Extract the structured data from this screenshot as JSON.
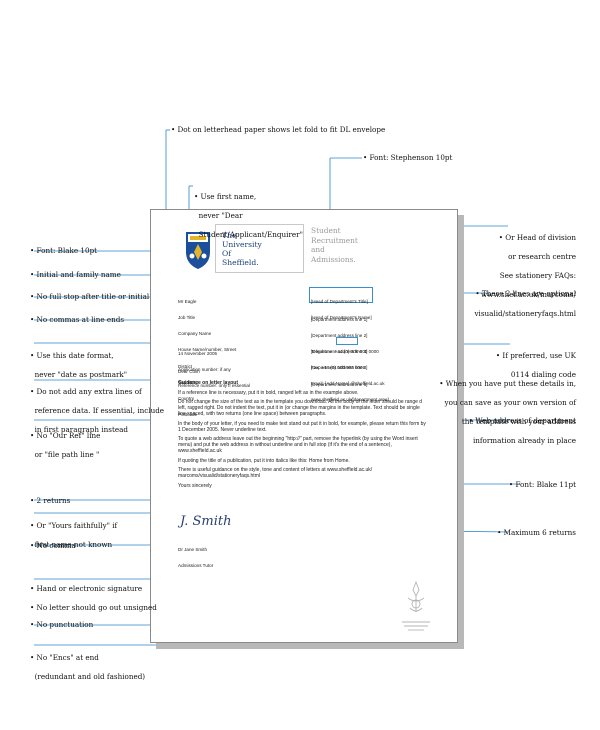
{
  "annotations": {
    "fold": "Dot on letterhead paper shows let fold to fit DL envelope",
    "font_stephenson": "Font: Stephenson 10pt",
    "first_name_1": "Use first name,",
    "first_name_2": "never \"Dear",
    "first_name_3": "Student/Applicant/Enquirer\"",
    "head_division_1": "Or Head of division",
    "head_division_2": "or research centre",
    "head_division_3": "See stationery FAQs:",
    "head_division_4": "www.shef.ac.uk/marcoms/",
    "head_division_5": "visualid/stationeryfaqs.html",
    "font_blake": "Font: Blake 10pt",
    "initial_family": "Initial and family name",
    "no_full_stop": "No full stop after title or initial",
    "lines_optional": "These 2 lines are optional",
    "no_commas": "No commas at line ends",
    "date_format_1": "Use this date format,",
    "date_format_2": "never \"date as postmark\"",
    "uk_dialing_1": "If preferred, use UK",
    "uk_dialing_2": "0114 dialing code",
    "no_extra_lines_1": "Do not add any extra lines of",
    "no_extra_lines_2": "reference data. If essential, include",
    "no_extra_lines_3": "in first paragraph instead",
    "own_version_1": "When you have put these details in,",
    "own_version_2": "you can save as your own version of",
    "own_version_3": "the template with your address",
    "own_version_4": "information already in place",
    "our_ref_1": "No \"Our Ref\" line",
    "our_ref_2": "or \"file path line \"",
    "web_dept": "Web address of department",
    "font_blake_11": "Font: Blake 11pt",
    "two_returns": "2 returns",
    "yours_faithfully_1": "Or \"Yours faithfully\" if",
    "yours_faithfully_2": "first name not known",
    "no_comma": "No comma",
    "max_returns": "Maximum 6 returns",
    "hand_signature": "Hand or electronic signature",
    "no_unsigned": "No letter should go out unsigned",
    "no_punctuation": "No punctuation",
    "no_encs_1": "No \"Encs\" at end",
    "no_encs_2": "(redundant and old fashioned)"
  },
  "letterhead": {
    "univ_1": "The",
    "univ_2": "University",
    "univ_3": "Of",
    "univ_4": "Sheffield.",
    "dept_1": "Student",
    "dept_2": "Recruitment",
    "dept_3": "and",
    "dept_4": "Admissions."
  },
  "letter": {
    "recipient_lines": [
      "Mr Eagle",
      "Job Title",
      "Company Name",
      "House Name/number, Street",
      "District",
      "Town/City",
      "Country",
      "Postcode"
    ],
    "head_lines": [
      "[Head of Department's Title]",
      "[Head of Department's Name]"
    ],
    "dept_address": [
      "[Department address line 1]",
      "[Department address line 2]",
      "[Department address line 3]",
      "[Department address line 4]",
      "[Department address line 5]"
    ],
    "telephone": "Telephone: +44 (0) 000 000 0000",
    "fax": "Fax: +44 (0) 000 000 0000",
    "email": "Email: [Add Name] @sheffield.ac.uk",
    "web": "www.sheffield.ac.uk/[department area]",
    "date": "14 November 2005",
    "app_number": "Application number: if any",
    "ref_number": "Reference number: only if essential",
    "salutation": "Dear Colin",
    "subject": "Guidance on letter layout",
    "para1": "If a reference line is necessary, put it in bold, ranged left as in the example above.",
    "para2": "Do not change the size of the text as in the template you download. All the body of the letter should be range d left, ragged right. Do not indent the text, put it in (or change the margins in the template. Text should be single line spaced, with two returns (one line space) between paragraphs.",
    "para3": "In the body of your letter, if you need to make text stand out put it in bold, for example, please return this form by 1 December 2005. Never underline text.",
    "para4": "To quote a web address leave out the beginning \"http://\" part, remove the hyperlink (by using the Word insert menu) and put the web address in without underline and in full stop (if it's the end of a sentence), www.sheffield.ac.uk",
    "para5": "If quoting the title of a publication, put it into italics like this: Home from Home.",
    "para6": "There is useful guidance on the style, tone and content of letters at www.sheffield.ac.uk/ marcoms/visualid/stationeryfaqs.html",
    "closing": "Yours sincerely",
    "signature": "J. Smith",
    "signer_name": "Dr Jane Smith",
    "signer_title": "Admissions Tutor"
  },
  "colors": {
    "line": "#2b84c8",
    "crest_blue": "#1b4f9c",
    "crest_gold": "#e3b52a",
    "univ_text": "#1b3f7a",
    "dept_text": "#9a9a9a"
  }
}
